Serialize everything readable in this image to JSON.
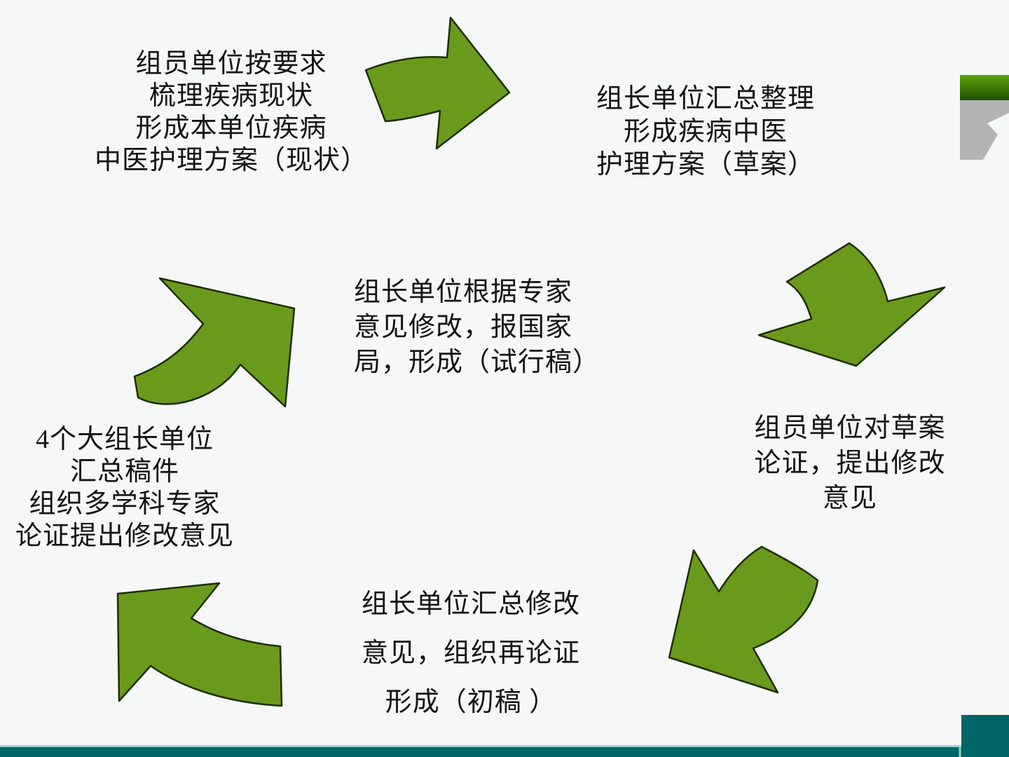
{
  "slide": {
    "type": "presentation-slide",
    "topic": "cyclic workflow diagram"
  },
  "colors": {
    "background": "#f6f8f7",
    "text": "#141414",
    "arrow_fill": "#6a9a1c",
    "arrow_outline": "#1e2d02",
    "teal_bar": "#006667",
    "teal_square": "#006667",
    "bar_highlight": "#9ecfcf",
    "corner_gray": "#b4b4b4",
    "corner_green_top": "#56a306",
    "corner_green_bottom": "#214e03"
  },
  "steps": {
    "member_draft": {
      "lines": [
        "组员单位按要求",
        "梳理疾病现状",
        "形成本单位疾病",
        "中医护理方案（现状）"
      ]
    },
    "leader_summary": {
      "lines": [
        "组长单位汇总整理",
        "形成疾病中医",
        "护理方案（草案）"
      ]
    },
    "member_review": {
      "lines": [
        "组员单位对草案",
        "论证，提出修改",
        "意见"
      ]
    },
    "leader_revise": {
      "lines": [
        "组长单位汇总修改",
        "意见，组织再论证",
        "形成（初稿 ）"
      ]
    },
    "group_experts": {
      "lines": [
        "4个大组长单位",
        "汇总稿件",
        "组织多学科专家",
        "论证提出修改意见"
      ]
    },
    "final_trial": {
      "lines": [
        "组长单位根据专家",
        "意见修改，报国家",
        "局，形成（试行稿）"
      ]
    }
  },
  "arrows": {
    "items": [
      {
        "icon": "bent-arrow-right-icon",
        "direction": "right"
      },
      {
        "icon": "curved-arrow-down-icon",
        "direction": "down"
      },
      {
        "icon": "curved-arrow-down-left-icon",
        "direction": "down-left"
      },
      {
        "icon": "curved-arrow-up-left-icon",
        "direction": "up-left"
      },
      {
        "icon": "curved-arrow-up-right-icon",
        "direction": "up-right"
      }
    ]
  }
}
